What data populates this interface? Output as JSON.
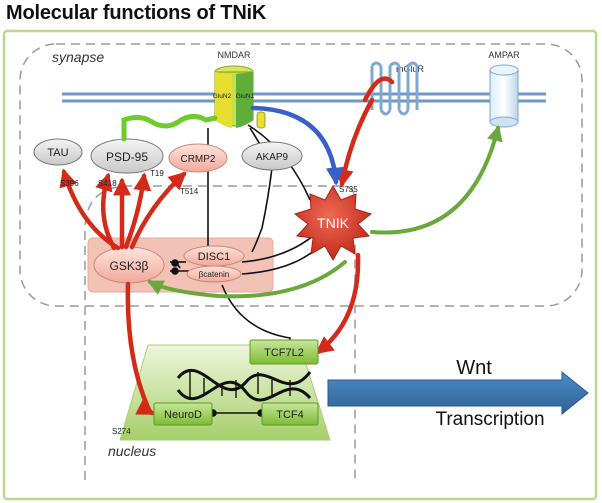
{
  "title": "Molecular functions of TNiK",
  "regions": {
    "synapse": "synapse",
    "nucleus": "nucleus"
  },
  "receptors": {
    "nmdar": "NMDAR",
    "glun2": "GluN2",
    "glun1": "GluN1",
    "mglur": "mGluR",
    "ampar": "AMPAR"
  },
  "proteins": {
    "tau": "TAU",
    "psd95": "PSD-95",
    "crmp2": "CRMP2",
    "akap9": "AKAP9",
    "tnik": "TNIK",
    "gsk3b": "GSK3β",
    "disc1": "DISC1",
    "bcatenin": "βcatenin",
    "tcf7l2": "TCF7L2",
    "neurod": "NeuroD",
    "tcf4": "TCF4"
  },
  "sites": {
    "s396": "S396",
    "s418": "S418",
    "t19": "T19",
    "t514": "T514",
    "s735": "S735",
    "s274": "S274"
  },
  "outputs": {
    "wnt": "Wnt",
    "transcription": "Transcription"
  },
  "colors": {
    "activation_red": "#d42a1a",
    "activation_green": "#6aa83c",
    "blue_arrow": "#3a5fc8",
    "membrane": "#6f98c6",
    "tnik_star": "#d63a2c",
    "gsk_box": "#f2c2b7",
    "green_box": "#8cc83c",
    "wnt_arrow": "#3b76b0",
    "frame": "#b9d88b"
  }
}
